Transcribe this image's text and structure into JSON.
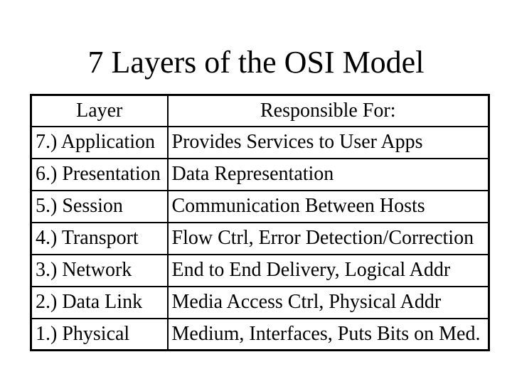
{
  "slide": {
    "title": "7 Layers of the OSI Model"
  },
  "table": {
    "headers": [
      "Layer",
      "Responsible For:"
    ],
    "rows": [
      {
        "layer": "7.) Application",
        "responsibility": "Provides Services to User Apps"
      },
      {
        "layer": "6.) Presentation",
        "responsibility": "Data Representation"
      },
      {
        "layer": "5.) Session",
        "responsibility": "Communication Between Hosts"
      },
      {
        "layer": "4.) Transport",
        "responsibility": "Flow Ctrl, Error Detection/Correction"
      },
      {
        "layer": "3.) Network",
        "responsibility": "End to End Delivery, Logical Addr"
      },
      {
        "layer": "2.) Data Link",
        "responsibility": "Media Access Ctrl, Physical Addr"
      },
      {
        "layer": "1.) Physical",
        "responsibility": "Medium, Interfaces, Puts Bits on Med."
      }
    ]
  },
  "colors": {
    "background": "#ffffff",
    "text": "#000000",
    "border": "#000000"
  }
}
